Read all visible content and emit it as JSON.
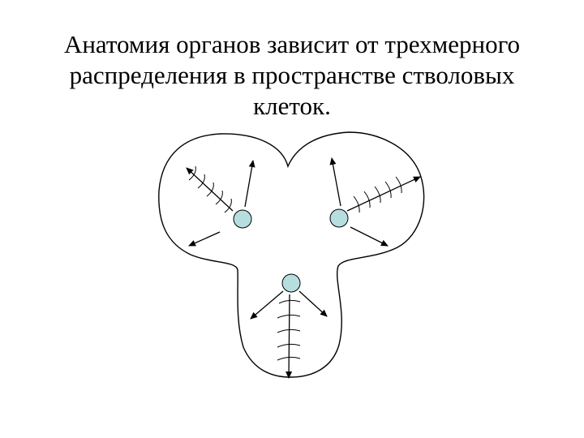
{
  "slide": {
    "title_lines": [
      "Анатомия органов зависит от трехмерного",
      "распределения в пространстве стволовых",
      "клеток."
    ]
  },
  "diagram": {
    "cell_color": "#b6dede",
    "outline_color": "#000000",
    "stem_cells": [
      "stem-cell-upper-left",
      "stem-cell-upper-right",
      "stem-cell-bottom"
    ]
  }
}
